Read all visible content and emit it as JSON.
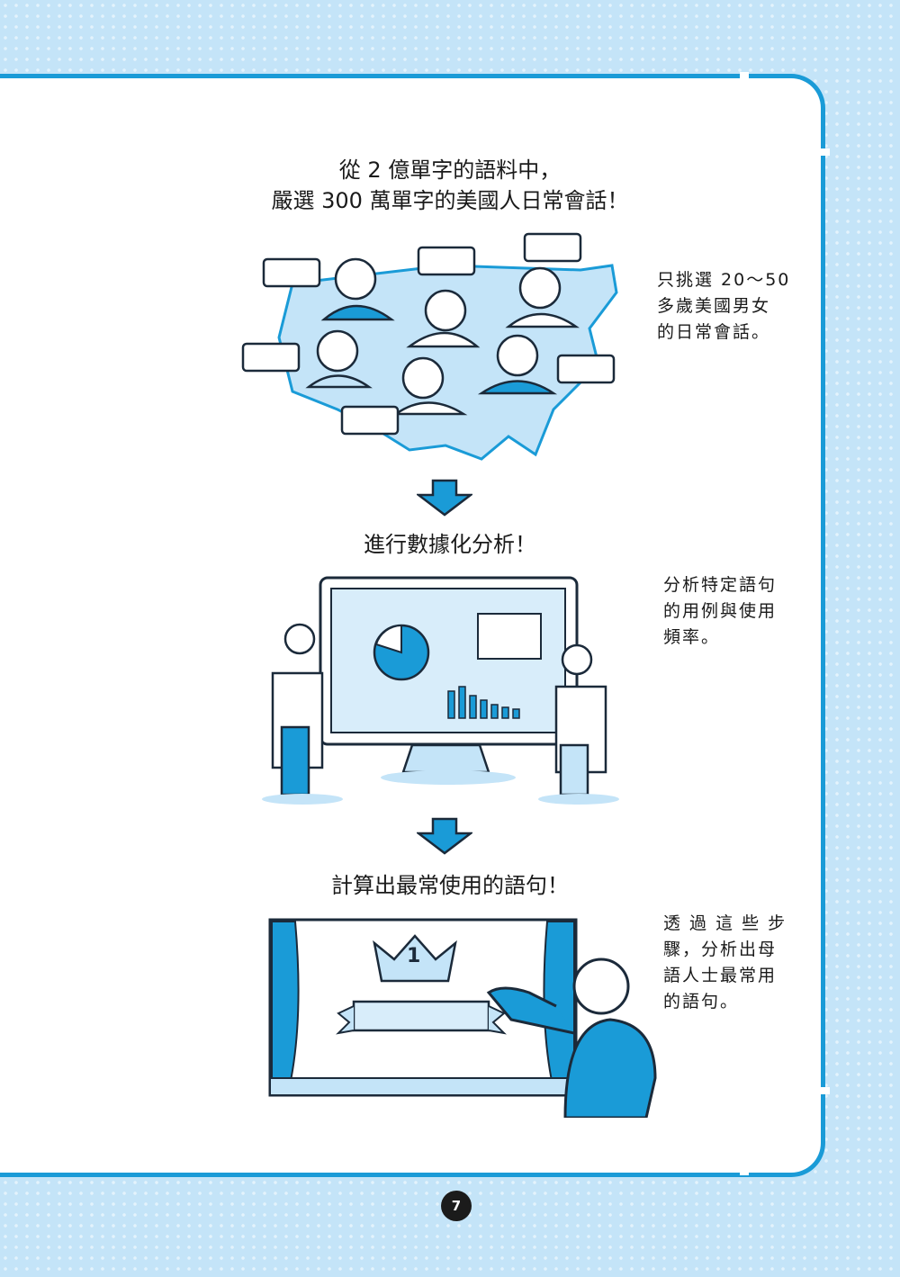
{
  "section1": {
    "title_line1": "從 2 億單字的語料中，",
    "title_line2": "嚴選 300 萬單字的美國人日常會話！",
    "note": [
      "只挑選 20～50",
      "多歲美國男女",
      "的日常會話。"
    ]
  },
  "section2": {
    "title": "進行數據化分析！",
    "note": [
      "分析特定語句",
      "的用例與使用",
      "頻率。"
    ]
  },
  "section3": {
    "title": "計算出最常使用的語句！",
    "note": [
      "透 過 這 些 步",
      "驟，分析出母",
      "語人士最常用",
      "的語句。"
    ],
    "rank_number": "1"
  },
  "page_number": "7",
  "colors": {
    "accent": "#1a9bd7",
    "light": "#c4e4f8",
    "dark": "#1b2a3a"
  }
}
